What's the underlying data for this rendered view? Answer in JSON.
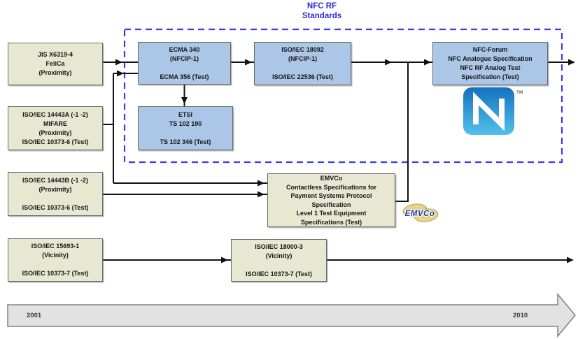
{
  "title": {
    "line1": "NFC RF",
    "line2": "Standards"
  },
  "boxes": {
    "jis": {
      "lines": [
        "JIS X6319-4",
        "FeliCa",
        "(Proximity)"
      ]
    },
    "mifare": {
      "lines": [
        "ISO/IEC 14443A (-1 -2)",
        "MIFARE",
        "(Proximity)",
        "ISO/IEC 10373-6 (Test)"
      ]
    },
    "iso14443b": {
      "lines": [
        "ISO/IEC 14443B (-1 -2)",
        "(Proximity)",
        "",
        "ISO/IEC 10373-6 (Test)"
      ]
    },
    "iso15693": {
      "lines": [
        "ISO/IEC 15693-1",
        "(Vicinity)",
        "",
        "ISO/IEC 10373-7 (Test)"
      ]
    },
    "ecma340": {
      "lines": [
        "ECMA 340",
        "(NFCIP-1)",
        "",
        "ECMA 356 (Test)"
      ]
    },
    "etsi": {
      "lines": [
        "ETSI",
        "TS 102 190",
        "",
        "TS 102 346 (Test)"
      ]
    },
    "iso18092": {
      "lines": [
        "ISO/IEC 18092",
        "(NFCIP-1)",
        "",
        "ISO/IEC 22536 (Test)"
      ]
    },
    "nfcforum": {
      "lines": [
        "NFC-Forum",
        "NFC Analogue Specification",
        "NFC RF Analog Test",
        "Specification (Test)"
      ]
    },
    "emvco": {
      "lines": [
        "EMVCo",
        "Contactless Specifications for",
        "Payment Systems Protocol",
        "Specification",
        "Level 1 Test Equipment",
        "Specifications (Test)"
      ]
    },
    "iso18000": {
      "lines": [
        "ISO/IEC 18000-3",
        "(Vicinity)",
        "",
        "ISO/IEC 10373-7 (Test)"
      ]
    }
  },
  "timeline": {
    "start_year": "2001",
    "end_year": "2010"
  },
  "logos": {
    "nfc_tm": "TM",
    "emvco_text": "EMVCo"
  },
  "colors": {
    "box_green": "#e8e7d1",
    "box_blue": "#abc6e7",
    "box_border": "#666a66",
    "dashed_border": "#3a3af0",
    "title_text": "#2b2bd8",
    "connector": "#111111",
    "timeline_fill": "#e2e2e2",
    "timeline_border": "#808080",
    "nfc_logo_top": "#1272be",
    "nfc_logo_bottom": "#53c0ec",
    "emvco_blue": "#2438a8",
    "emvco_gold": "#e3d489"
  }
}
